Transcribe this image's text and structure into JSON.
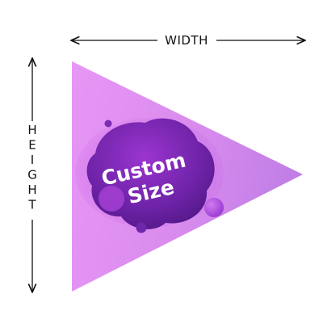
{
  "dimensions": {
    "width_label": "WIDTH",
    "height_label": "HEIGHT"
  },
  "flag": {
    "line1": "Custom",
    "line2": "Size"
  },
  "colors": {
    "flag_light": "#EFA4F6",
    "flag_mid": "#D98AEE",
    "flag_dark": "#B967E0",
    "blob_dark": "#5B1E8E",
    "blob_mid": "#8B2FC5",
    "blob_light": "#A93BD6",
    "arrow": "#111111"
  }
}
